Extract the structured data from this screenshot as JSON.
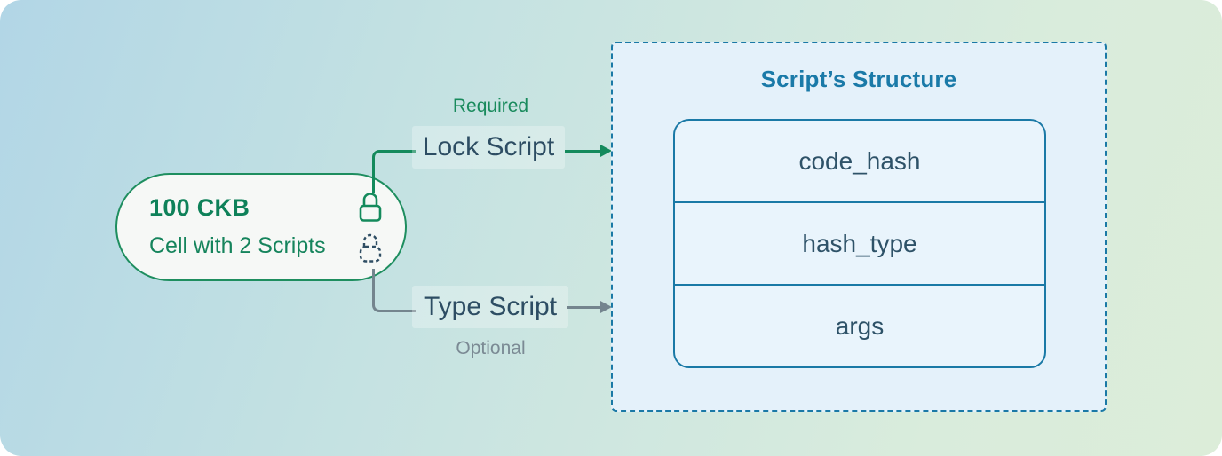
{
  "diagram": {
    "cell": {
      "amount": "100 CKB",
      "label": "Cell with 2 Scripts"
    },
    "lock_script": {
      "label": "Lock Script",
      "annotation": "Required"
    },
    "type_script": {
      "label": "Type Script",
      "annotation": "Optional"
    },
    "panel": {
      "title": "Script’s Structure",
      "fields": [
        "code_hash",
        "hash_type",
        "args"
      ]
    },
    "icons": {
      "lock": "lock-icon",
      "dashed_lock": "dashed-lock-icon"
    },
    "colors": {
      "green": "#148a5c",
      "navy": "#2d4d63",
      "gray": "#74858e",
      "blue": "#1a7aa8",
      "panel_fill": "#e4f1fa",
      "pill_fill": "#f6f8f6"
    }
  }
}
